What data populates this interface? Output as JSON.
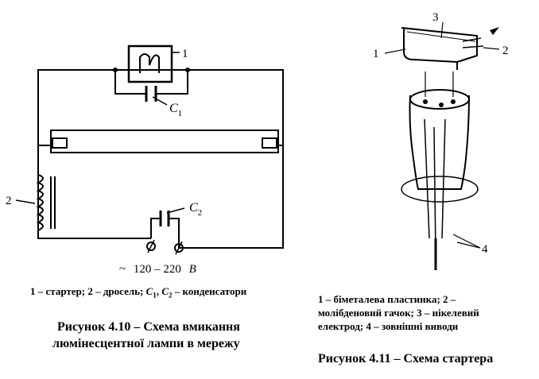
{
  "figure_left": {
    "labels": {
      "starter": "1",
      "choke": "2",
      "c1_letter": "C",
      "c1_sub": "1",
      "c2_letter": "C",
      "c2_sub": "2"
    },
    "voltage": {
      "tilde": "~",
      "value": "120 – 220",
      "unit": "В"
    },
    "legend": {
      "part1": "1 – стартер; 2 – дросель; ",
      "c1": "C",
      "c1_sub": "1",
      "comma": ", ",
      "c2": "C",
      "c2_sub": "2",
      "part2": " – конденсатори"
    },
    "caption_line1": "Рисунок 4.10 – Схема вмикання",
    "caption_line2": "люмінесцентної лампи в мережу"
  },
  "figure_right": {
    "labels": {
      "bimetal": "1",
      "hook": "2",
      "electrode": "3",
      "leads": "4"
    },
    "legend_line1": "1 – біметалева пластинка; 2 –",
    "legend_line2": "молібденовий гачок; 3 – нікелевий",
    "legend_line3": "електрод; 4 – зовнішні виводи",
    "caption": "Рисунок 4.11 – Схема стартера"
  }
}
